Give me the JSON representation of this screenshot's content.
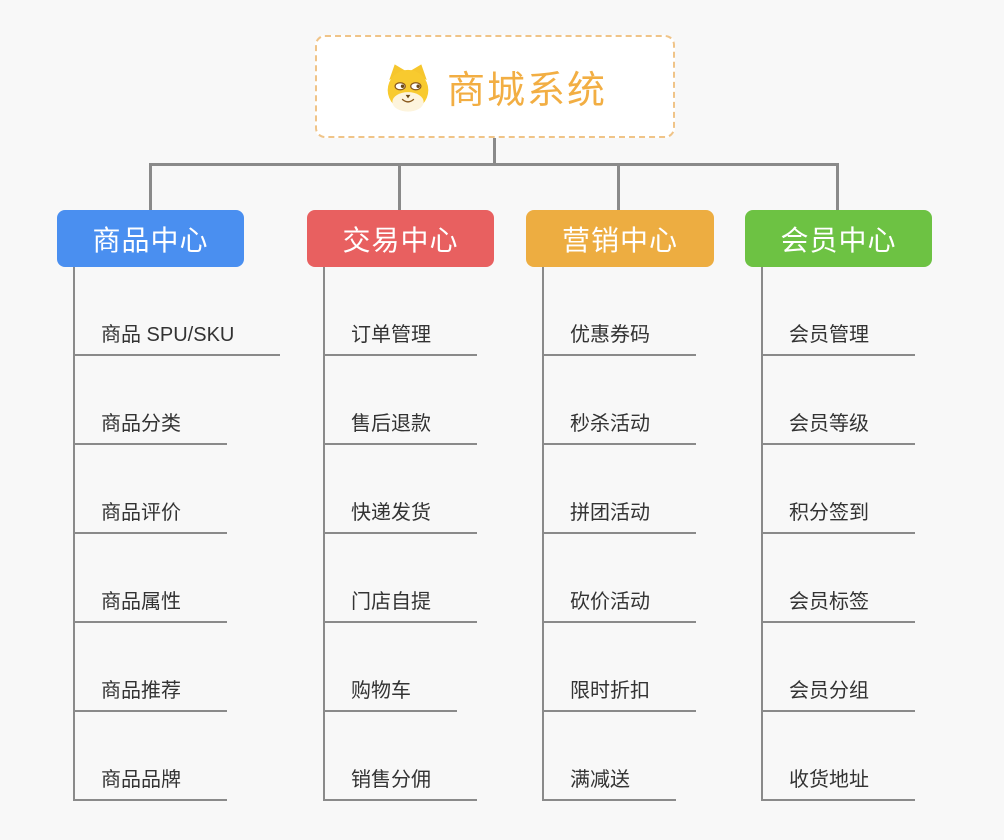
{
  "page": {
    "background": "#f8f8f8",
    "connector_color": "#8a8a8a"
  },
  "root": {
    "title": "商城系统",
    "icon": "dog-face-icon",
    "text_color": "#f2ae43",
    "border_color": "#f0c488",
    "fill": "#ffffff"
  },
  "branches": [
    {
      "label": "商品中心",
      "color": "#4a8ff0",
      "children": [
        "商品 SPU/SKU",
        "商品分类",
        "商品评价",
        "商品属性",
        "商品推荐",
        "商品品牌"
      ]
    },
    {
      "label": "交易中心",
      "color": "#e86060",
      "children": [
        "订单管理",
        "售后退款",
        "快递发货",
        "门店自提",
        "购物车",
        "销售分佣"
      ]
    },
    {
      "label": "营销中心",
      "color": "#edad41",
      "children": [
        "优惠券码",
        "秒杀活动",
        "拼团活动",
        "砍价活动",
        "限时折扣",
        "满减送"
      ]
    },
    {
      "label": "会员中心",
      "color": "#6dc243",
      "children": [
        "会员管理",
        "会员等级",
        "积分签到",
        "会员标签",
        "会员分组",
        "收货地址"
      ]
    }
  ]
}
